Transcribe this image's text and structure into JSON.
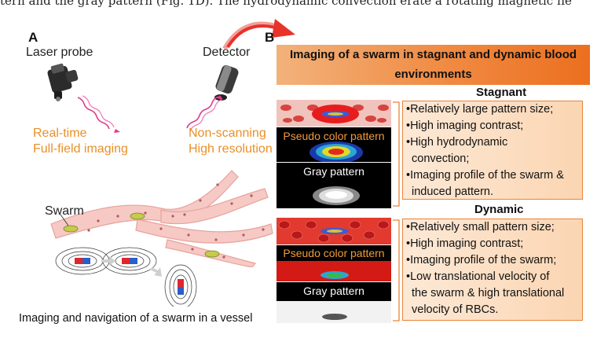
{
  "top_text": "tern and the gray pattern (Fig. 1D). The hydrodynamic convection   erate a rotating magnetic fie",
  "panel_a": {
    "letter": "A",
    "laser_label": "Laser probe",
    "detector_label": "Detector",
    "left_orange": [
      "Real-time",
      "Full-field imaging"
    ],
    "right_orange": [
      "Non-scanning",
      "High resolution"
    ],
    "swarm_label": "Swarm",
    "caption": "Imaging and navigation of a swarm in a vessel"
  },
  "panel_b": {
    "letter": "B",
    "header_line1": "Imaging of a swarm in stagnant and dynamic blood",
    "header_line2": "environments",
    "stagnant": {
      "title": "Stagnant",
      "pseudo_label": "Pseudo color pattern",
      "gray_label": "Gray pattern",
      "bullets": [
        "•Relatively large pattern size;",
        "•High imaging contrast;",
        "•High hydrodynamic",
        "  convection;",
        "•Imaging profile of the swarm &",
        "  induced pattern."
      ]
    },
    "dynamic": {
      "title": "Dynamic",
      "pseudo_label": "Pseudo color pattern",
      "gray_label": "Gray pattern",
      "bullets": [
        "•Relatively small pattern size;",
        "•High imaging contrast;",
        "•Imaging profile of the swarm;",
        "•Low translational velocity of",
        "  the swarm & high translational",
        "  velocity of RBCs."
      ]
    }
  },
  "colors": {
    "accent_orange": "#e8902a",
    "header_orange": "#f08a42",
    "vessel_pink": "#f2b8b3",
    "arrow_red": "#e8322a"
  }
}
